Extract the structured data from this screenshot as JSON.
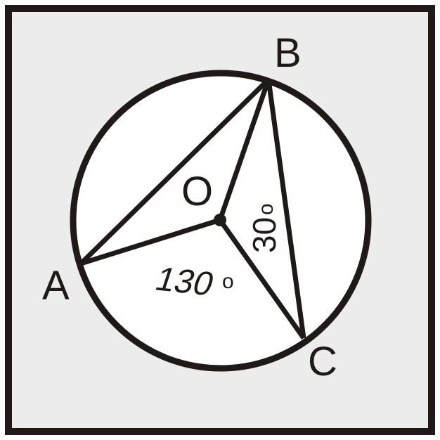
{
  "diagram": {
    "background": "#ececec",
    "stroke_color": "#1f1a17",
    "points": {
      "A": {
        "label": "A"
      },
      "B": {
        "label": "B"
      },
      "C": {
        "label": "C"
      },
      "O": {
        "label": "O"
      }
    },
    "angles": {
      "AOC": {
        "label": "130",
        "degree_symbol": "o"
      },
      "OBC": {
        "label": "30",
        "degree_symbol": "o"
      }
    },
    "segments": [
      "AB",
      "OA",
      "OB",
      "OC",
      "BC"
    ],
    "circle": {
      "center": "O"
    }
  }
}
